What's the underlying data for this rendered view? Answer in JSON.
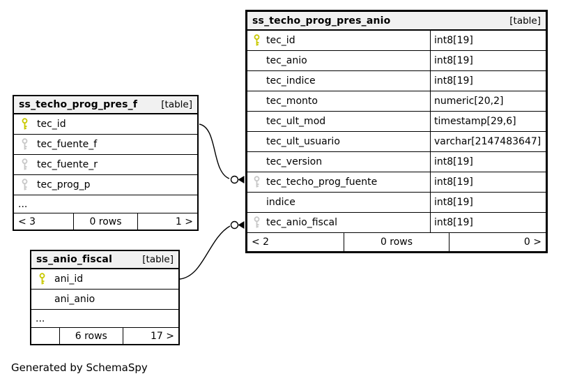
{
  "diagram": {
    "generated_by": "Generated by SchemaSpy"
  },
  "tables": [
    {
      "name": "ss_techo_prog_pres_anio",
      "badge": "[table]",
      "columns": [
        {
          "name": "tec_id",
          "type": "int8[19]",
          "key": "primary"
        },
        {
          "name": "tec_anio",
          "type": "int8[19]",
          "key": ""
        },
        {
          "name": "tec_indice",
          "type": "int8[19]",
          "key": ""
        },
        {
          "name": "tec_monto",
          "type": "numeric[20,2]",
          "key": ""
        },
        {
          "name": "tec_ult_mod",
          "type": "timestamp[29,6]",
          "key": ""
        },
        {
          "name": "tec_ult_usuario",
          "type": "varchar[2147483647]",
          "key": ""
        },
        {
          "name": "tec_version",
          "type": "int8[19]",
          "key": ""
        },
        {
          "name": "tec_techo_prog_fuente",
          "type": "int8[19]",
          "key": "foreign"
        },
        {
          "name": "indice",
          "type": "int8[19]",
          "key": ""
        },
        {
          "name": "tec_anio_fiscal",
          "type": "int8[19]",
          "key": "foreign"
        }
      ],
      "footer": {
        "left": "< 2",
        "center": "0 rows",
        "right": "0 >"
      }
    },
    {
      "name": "ss_techo_prog_pres_f",
      "badge": "[table]",
      "columns": [
        {
          "name": "tec_id",
          "key": "primary"
        },
        {
          "name": "tec_fuente_f",
          "key": "foreign"
        },
        {
          "name": "tec_fuente_r",
          "key": "foreign"
        },
        {
          "name": "tec_prog_p",
          "key": "foreign"
        }
      ],
      "ellipsis": "...",
      "footer": {
        "left": "< 3",
        "center": "0 rows",
        "right": "1 >"
      }
    },
    {
      "name": "ss_anio_fiscal",
      "badge": "[table]",
      "columns": [
        {
          "name": "ani_id",
          "key": "primary"
        },
        {
          "name": "ani_anio",
          "key": ""
        }
      ],
      "ellipsis": "...",
      "footer": {
        "left": "",
        "center": "6 rows",
        "right": "17 >"
      }
    }
  ],
  "relationships": [
    {
      "from": "ss_techo_prog_pres_f.tec_id",
      "to": "ss_techo_prog_pres_anio.tec_techo_prog_fuente"
    },
    {
      "from": "ss_anio_fiscal.ani_id",
      "to": "ss_techo_prog_pres_anio.tec_anio_fiscal"
    }
  ],
  "colors": {
    "primary_key": "#c8c800",
    "foreign_key": "#c8c8c8",
    "header_bg": "#f1f1f1",
    "line": "#000000"
  }
}
